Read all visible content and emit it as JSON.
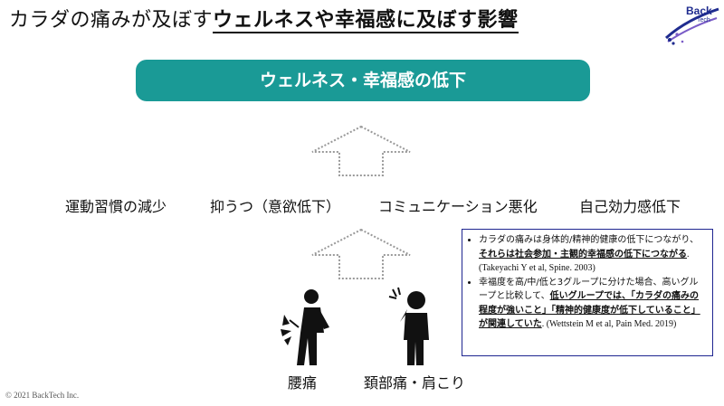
{
  "header": {
    "title_plain": "カラダの痛みが及ぼす",
    "title_emphasis": "ウェルネスや幸福感に及ぼす影響",
    "logo_text": "Back",
    "logo_sub": "Tech"
  },
  "banner": {
    "label": "ウェルネス・幸福感の低下"
  },
  "factors": [
    "運動習慣の減少",
    "抑うつ（意欲低下）",
    "コミュニケーション悪化",
    "自己効力感低下"
  ],
  "evidence": {
    "item1": {
      "text_a": "カラダの痛みは身体的/精神的健康の低下につながり、",
      "bold": "それらは社会参加・主観的幸福感の低下につながる",
      "ref": ". (Takeyachi Y et al, Spine. 2003)"
    },
    "item2": {
      "text_a": "幸福度を高/中/低と3グループに分けた場合、高いグループと比較して、",
      "bold1": "低いグループでは、「カラダの痛みの程度が強いこと」「精神的健康度が低下していること」",
      "text_b": "が関連していた",
      "ref": ". (Wettstein M et al, Pain Med. 2019)"
    }
  },
  "figures": {
    "left_caption": "腰痛",
    "right_caption": "頚部痛・肩こり"
  },
  "footer": {
    "copyright": "© 2021 BackTech Inc."
  },
  "colors": {
    "banner": "#1a9a96",
    "box_border": "#1f2590",
    "logo": "#1f2c8f"
  }
}
